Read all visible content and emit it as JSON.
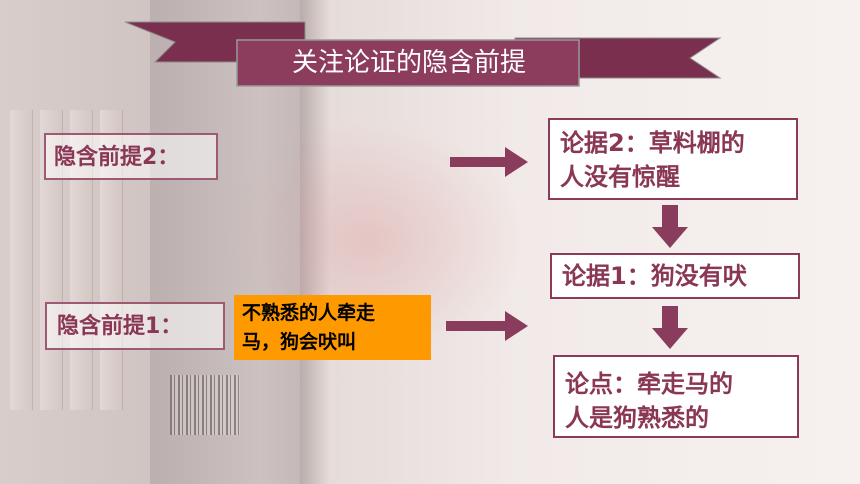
{
  "banner": {
    "title": "关注论证的隐含前提"
  },
  "premises": {
    "premise2_label": "隐含前提2：",
    "premise1_label": "隐含前提1：",
    "premise1_content_line1": "不熟悉的人牵走",
    "premise1_content_line2": "马，狗会吠叫"
  },
  "arguments": {
    "arg2_line1": "论据2：草料棚的",
    "arg2_line2": "人没有惊醒",
    "arg1": "论据1：狗没有吠",
    "thesis_line1": "论点：牵走马的",
    "thesis_line2": "人是狗熟悉的"
  },
  "colors": {
    "banner_fill": "#8c3d5e",
    "box_border": "#8b3a58",
    "text_maroon": "#8a3755",
    "arrow": "#8a3c5c",
    "highlight": "#ff9900"
  }
}
